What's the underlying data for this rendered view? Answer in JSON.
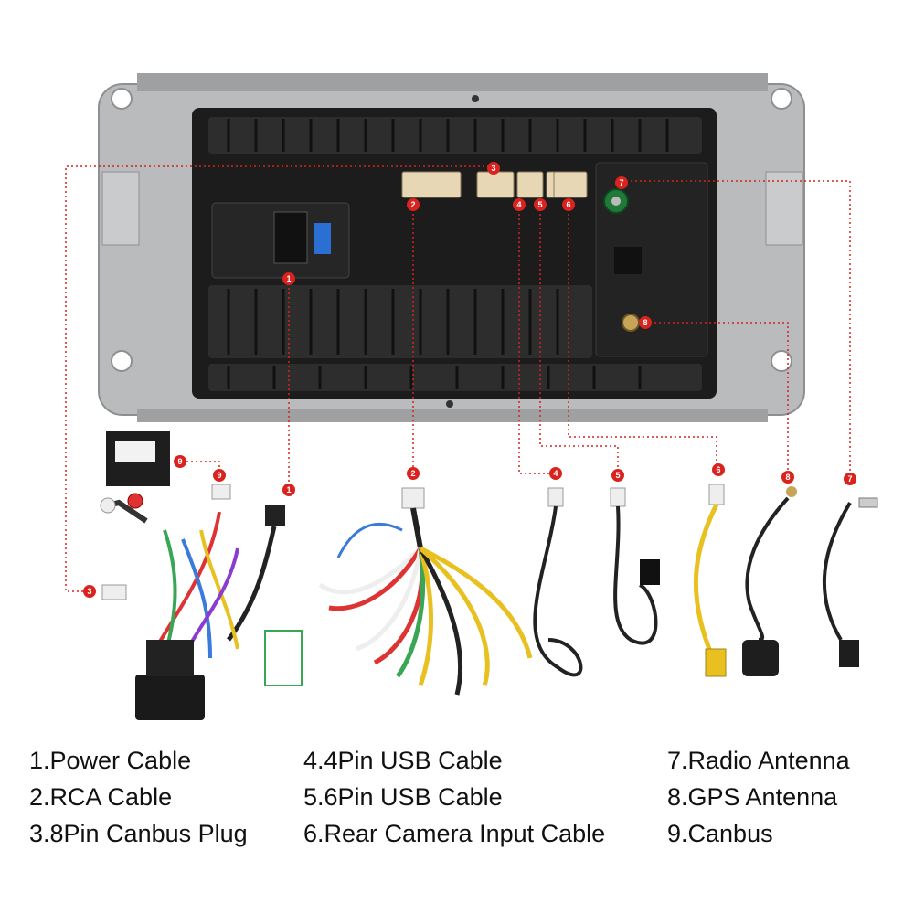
{
  "legend": {
    "col1": [
      "1.Power Cable",
      "2.RCA Cable",
      "3.8Pin Canbus Plug"
    ],
    "col2": [
      "4.4Pin USB Cable",
      "5.6Pin USB Cable",
      "6.Rear Camera Input Cable"
    ],
    "col3": [
      "7.Radio Antenna",
      "8.GPS Antenna",
      "9.Canbus"
    ]
  },
  "markers": {
    "m1": "1",
    "m2": "2",
    "m3": "3",
    "m4": "4",
    "m5": "5",
    "m6": "6",
    "m7": "7",
    "m8": "8",
    "m9": "9"
  },
  "colors": {
    "marker": "#d8231f",
    "leader": "#d8231f",
    "chassis": "#b9bbbd",
    "panel": "#1c1c1c"
  }
}
